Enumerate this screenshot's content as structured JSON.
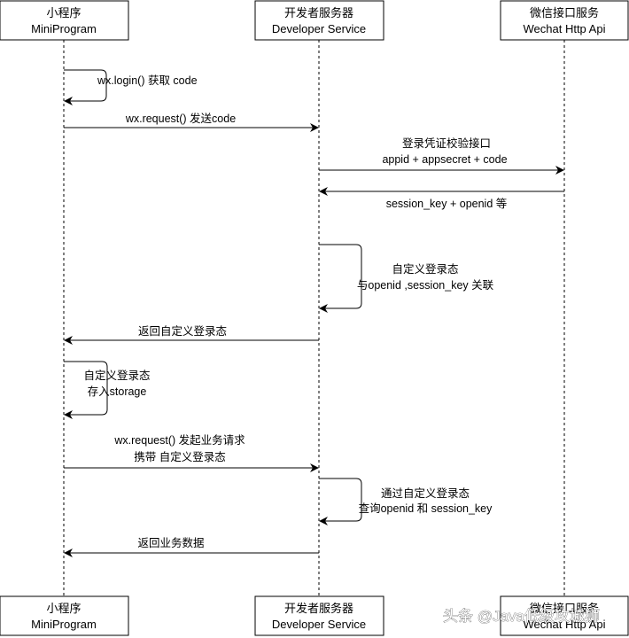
{
  "participants": {
    "mini": {
      "name": "小程序",
      "sub": "MiniProgram"
    },
    "dev": {
      "name": "开发者服务器",
      "sub": "Developer Service"
    },
    "wx": {
      "name": "微信接口服务",
      "sub": "Wechat Http Api"
    }
  },
  "messages": {
    "login": [
      "wx.login() 获取 code"
    ],
    "send_code": [
      "wx.request() 发送code"
    ],
    "verify": [
      "登录凭证校验接口",
      "appid + appsecret + code"
    ],
    "session_return": [
      "session_key + openid 等"
    ],
    "custom_state": [
      "自定义登录态",
      "与openid ,session_key 关联"
    ],
    "return_state": [
      "返回自定义登录态"
    ],
    "store_state": [
      "自定义登录态",
      "存入storage"
    ],
    "biz_request": [
      "wx.request() 发起业务请求",
      "携带 自定义登录态"
    ],
    "query": [
      "通过自定义登录态",
      "查询openid 和 session_key"
    ],
    "return_data": [
      "返回业务数据"
    ]
  },
  "watermark": "头条 @Java低级攻城狮"
}
